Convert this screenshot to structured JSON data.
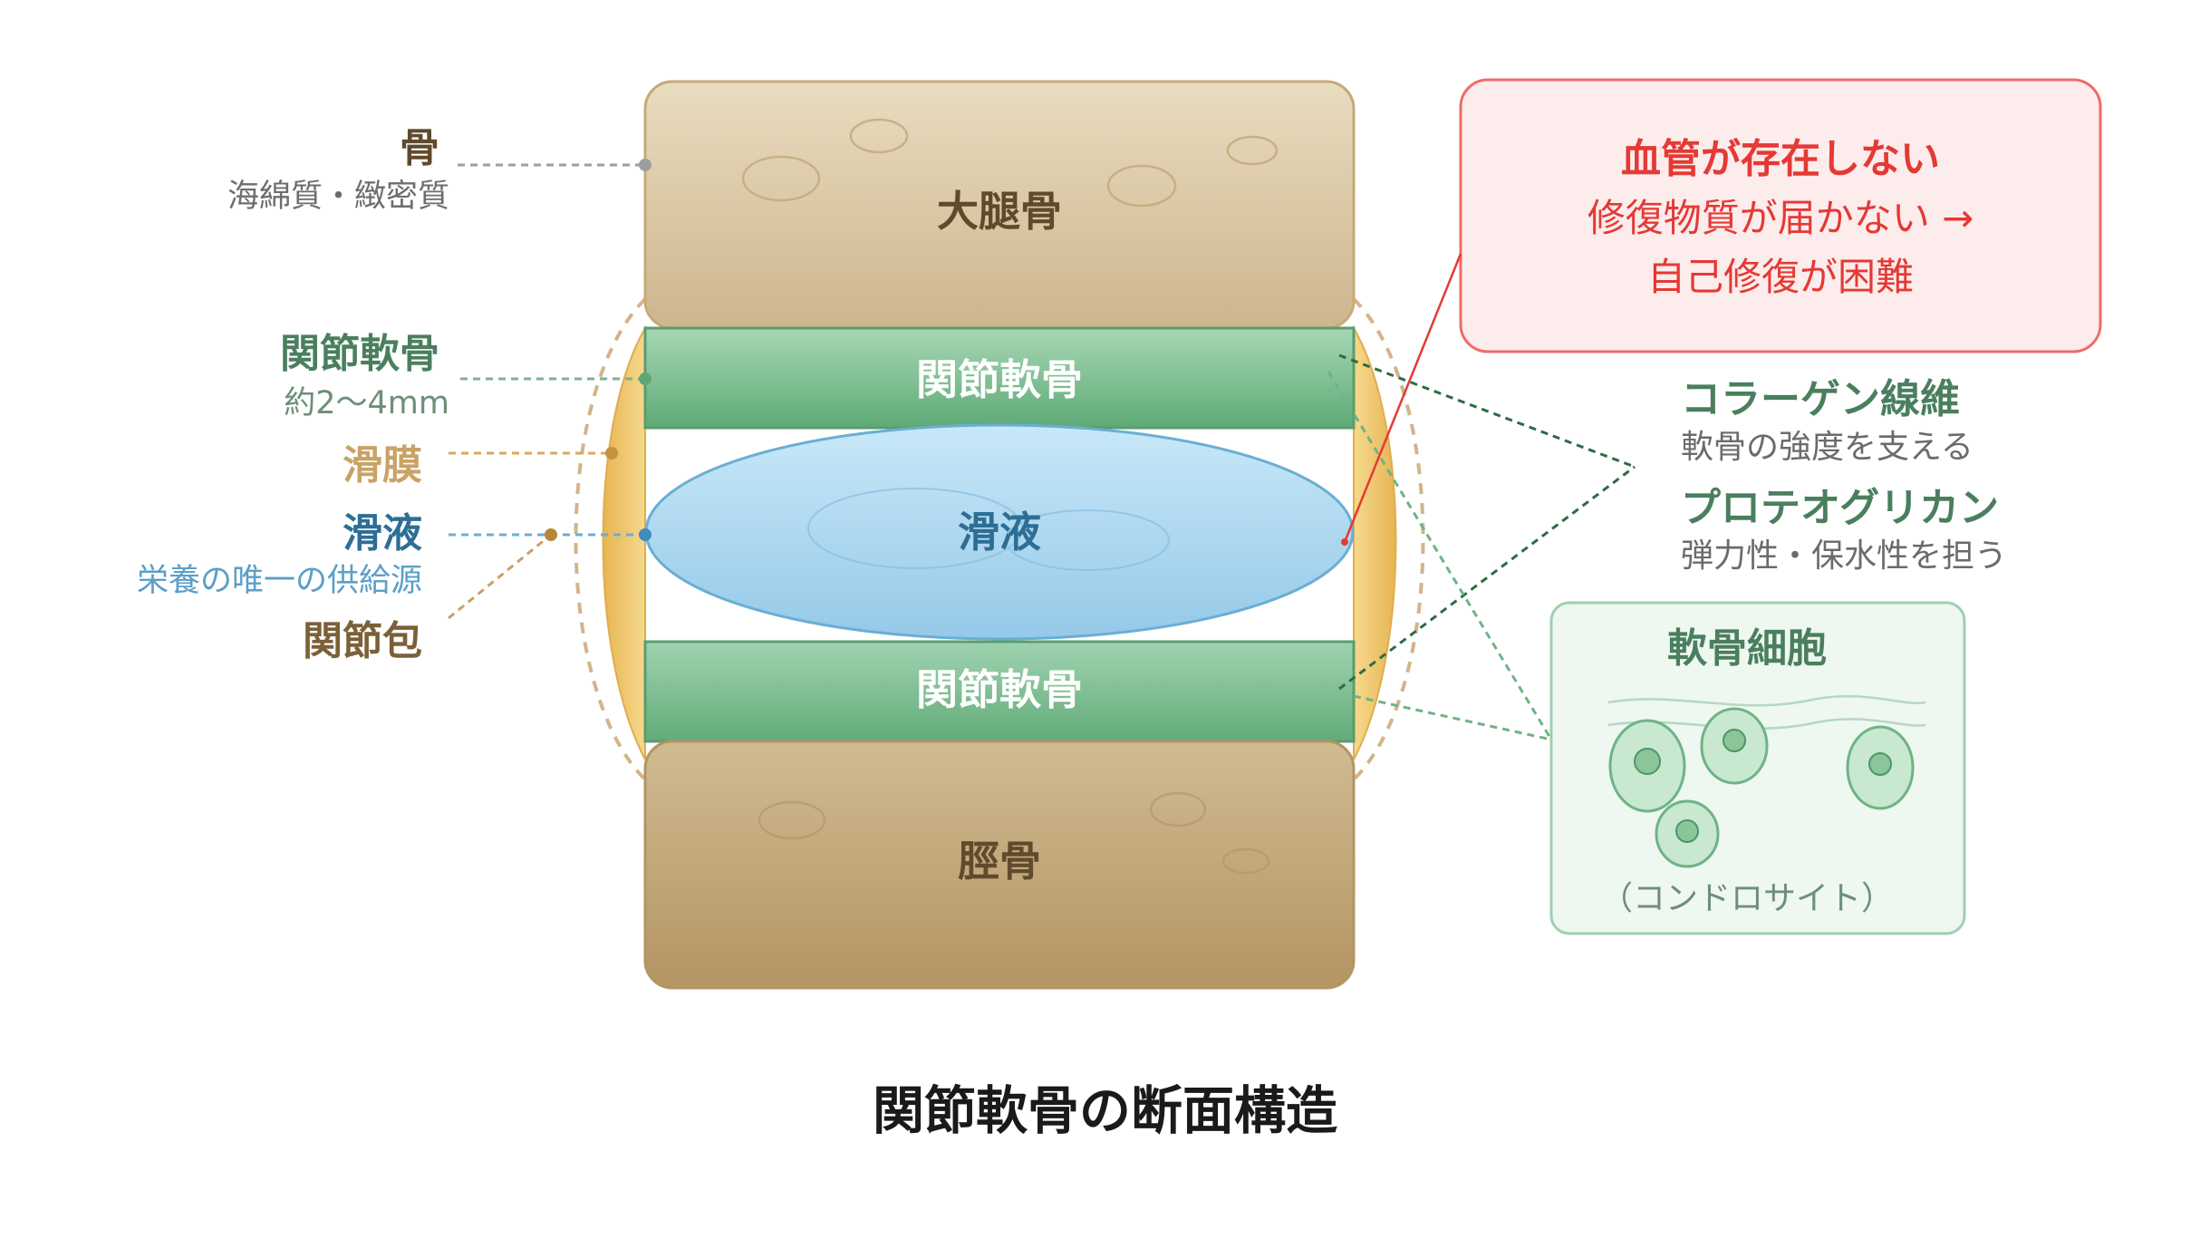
{
  "left_labels": {
    "bone": {
      "title": "骨",
      "sub": "海綿質・緻密質"
    },
    "cartilage": {
      "title": "関節軟骨",
      "sub": "約2〜4mm"
    },
    "synovium": {
      "title": "滑膜"
    },
    "fluid": {
      "title": "滑液",
      "sub": "栄養の唯一の供給源"
    },
    "capsule": {
      "title": "関節包"
    }
  },
  "center": {
    "femur": "大腿骨",
    "cartilage_top": "関節軟骨",
    "fluid": "滑液",
    "cartilage_bottom": "関節軟骨",
    "tibia": "脛骨"
  },
  "note": {
    "line1": "血管が存在しない",
    "line2": "修復物質が届かない →",
    "line3": "自己修復が困難"
  },
  "matrix": {
    "collagen_title": "コラーゲン線維",
    "collagen_sub": "軟骨の強度を支える",
    "proteoglycan_title": "プロテオグリカン",
    "proteoglycan_sub": "弾力性・保水性を担う"
  },
  "cells": {
    "title": "軟骨細胞",
    "sub": "（コンドロサイト）"
  },
  "caption": "関節軟骨の断面構造",
  "colors": {
    "bone": "#d6c29d",
    "cartilage": "#6fb386",
    "fluid": "#9fd2ee",
    "synovium": "#efc466",
    "bone_text": "#5f4a2c",
    "cartilage_text": "#4a7f5e",
    "fluid_text": "#2d6e96",
    "alert": "#e53935",
    "capsule_text": "#7b6038"
  }
}
